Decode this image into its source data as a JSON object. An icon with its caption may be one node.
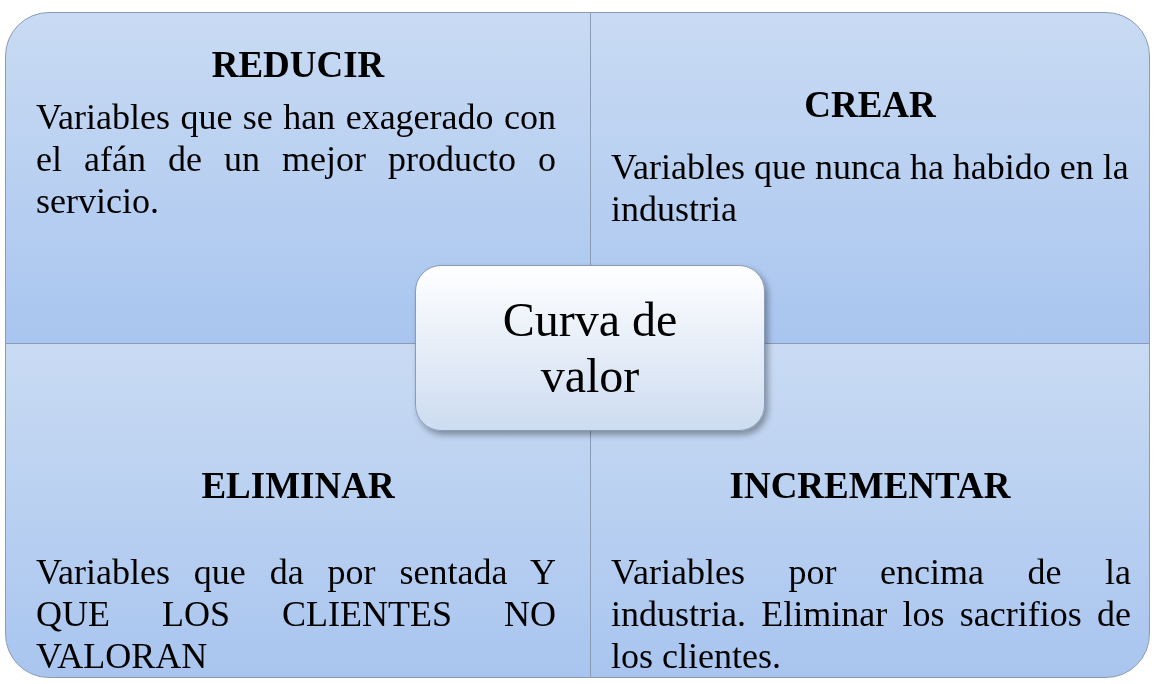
{
  "diagram": {
    "nodes": [
      {
        "text": [
          "REDUCIR",
          "Variables que se han exagerado con el afán de un mejor producto o servicio."
        ]
      },
      {
        "text": [
          "CREAR",
          "Variables que nunca ha habido en la industria"
        ]
      },
      {
        "text": [
          "ELIMINAR",
          "Variables que da por sentada Y QUE LOS CLIENTES NO VALORAN"
        ]
      },
      {
        "text": [
          "INCREMENTAR",
          "Variables por encima de la industria. Eliminar los sacrifios de los clientes."
        ]
      },
      {
        "text": [
          "Curva de valor"
        ]
      }
    ],
    "edges": []
  }
}
